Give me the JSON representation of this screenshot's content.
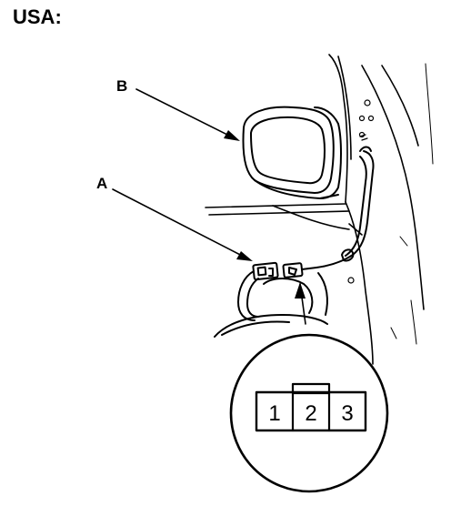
{
  "heading": "USA:",
  "callouts": {
    "a": "A",
    "b": "B"
  },
  "connector": {
    "pins": [
      "1",
      "2",
      "3"
    ]
  },
  "colors": {
    "ink": "#000000",
    "paper": "#ffffff"
  }
}
